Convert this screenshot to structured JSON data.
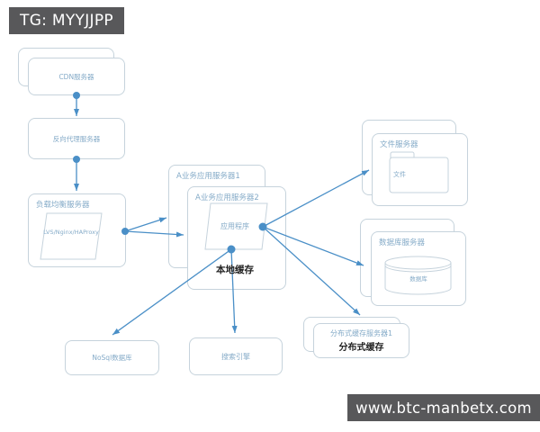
{
  "banners": {
    "top": "TG: MYYJJPP",
    "bottom": "www.btc-manbetx.com"
  },
  "colors": {
    "arrow_accent": "#4a8fc7",
    "box_border": "#c6d3dc",
    "label_blue": "#85abc8",
    "dark_text": "#222222",
    "banner_bg": "#58585a"
  },
  "nodes": {
    "cdn": {
      "label": "CDN服务器"
    },
    "reverse_proxy": {
      "label": "反向代理服务器"
    },
    "load_balancer": {
      "label": "负载均衡服务器",
      "software": "LVS/Nginx/HAProxy"
    },
    "app_server_1": {
      "label": "A业务应用服务器1"
    },
    "app_server_2": {
      "label": "A业务应用服务器2",
      "application": "应用程序",
      "local_cache": "本地缓存"
    },
    "file_server": {
      "label": "文件服务器",
      "folder": "文件"
    },
    "db_server": {
      "label": "数据库服务器",
      "database": "数据库"
    },
    "distributed_cache_server": {
      "label": "分布式缓存服务器1",
      "sublabel": "分布式缓存"
    },
    "nosql_db": {
      "label": "NoSql数据库"
    },
    "search_engine": {
      "label": "搜索引擎"
    }
  }
}
